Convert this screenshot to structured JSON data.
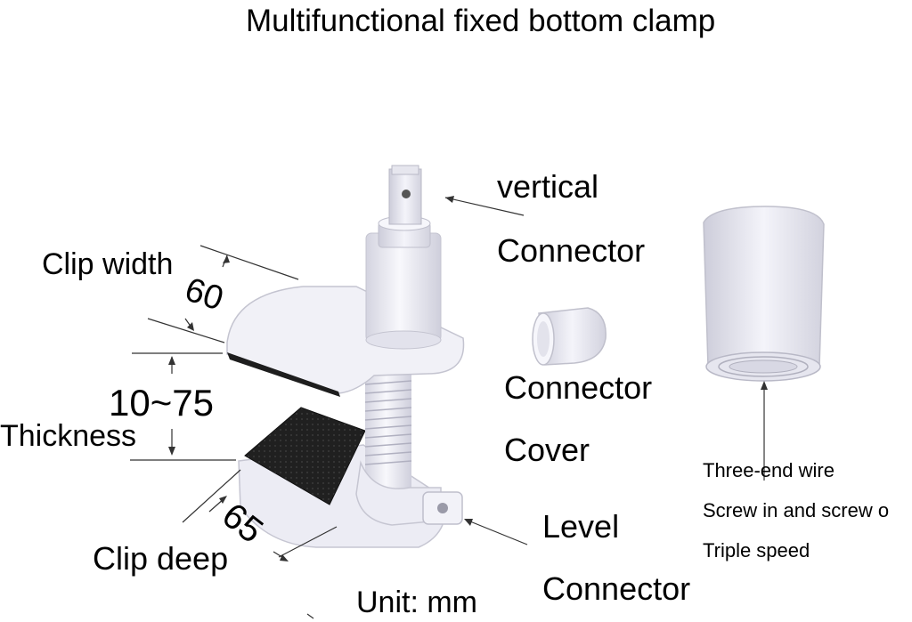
{
  "title": "Multifunctional fixed bottom clamp",
  "labels": {
    "vertical": "vertical",
    "connector_top": "Connector",
    "clip_width": "Clip width",
    "clip_width_value": "60",
    "thickness_value": "10~75",
    "thickness": "Thickness",
    "connector_mid": "Connector",
    "cover": "Cover",
    "clip_deep_value": "65",
    "clip_deep": "Clip deep",
    "level": "Level",
    "connector_bottom": "Connector",
    "unit": "Unit: mm",
    "three_end": "Three-end wire",
    "screw": "Screw in and screw o",
    "triple": "Triple speed"
  },
  "colors": {
    "clamp_body": "#eeeef6",
    "clamp_shadow": "#c9c9d6",
    "pad": "#1e1e1e",
    "line": "#333333"
  }
}
